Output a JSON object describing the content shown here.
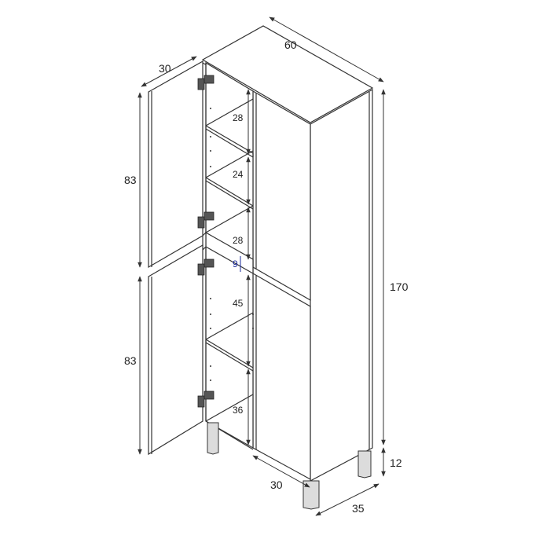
{
  "diagram": {
    "subject": "tall bathroom cabinet with 4 doors, shelves and legs",
    "units": "cm",
    "colors": {
      "line": "#333333",
      "accent_dim": "#1a2a9a",
      "background": "#ffffff"
    },
    "dimensions": {
      "total_width": "60",
      "total_height": "170",
      "depth": "35",
      "leg_height": "12",
      "door_width_top": "30",
      "door_width_bottom": "30",
      "upper_door_height": "83",
      "lower_door_height": "83",
      "shelf_gaps": [
        "28",
        "24",
        "28",
        "45",
        "36"
      ],
      "middle_divider": "9"
    }
  }
}
